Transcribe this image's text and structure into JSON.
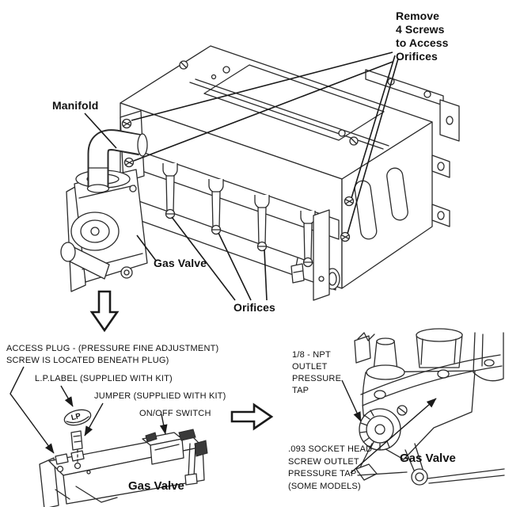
{
  "colors": {
    "background": "#ffffff",
    "line": "#2b2b2b",
    "text": "#111111"
  },
  "main_diagram": {
    "labels": {
      "remove_screws": "Remove\n4 Screws\nto Access\nOrifices",
      "manifold": "Manifold",
      "gas_valve": "Gas Valve",
      "orifices": "Orifices"
    }
  },
  "detail_left": {
    "labels": {
      "access_plug": "ACCESS PLUG - (PRESSURE FINE ADJUSTMENT)\nSCREW IS LOCATED BENEATH PLUG)",
      "lp_label": "L.P.LABEL (SUPPLIED WITH KIT)",
      "jumper": "JUMPER (SUPPLIED WITH KIT)",
      "on_off_switch": "ON/OFF SWITCH",
      "gas_valve": "Gas Valve",
      "lp_badge": "LP"
    }
  },
  "detail_right": {
    "labels": {
      "npt_tap": "1/8 - NPT\nOUTLET\nPRESSURE\nTAP",
      "socket_tap": ".093 SOCKET HEAD\nSCREW OUTLET\nPRESSURE TAP\n(SOME MODELS)",
      "gas_valve": "Gas Valve"
    }
  }
}
